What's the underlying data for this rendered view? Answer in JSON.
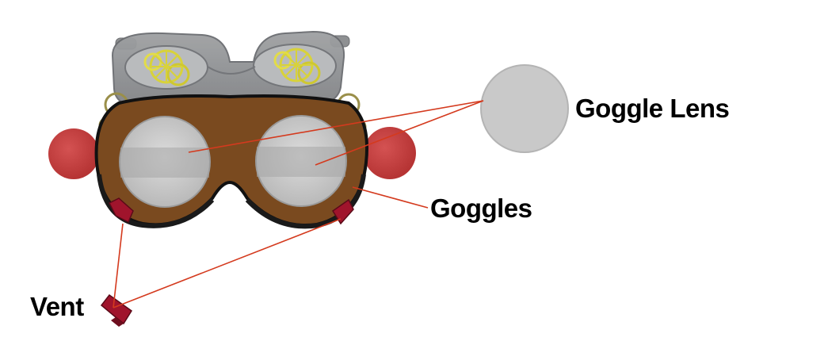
{
  "labels": {
    "goggle_lens": "Goggle Lens",
    "goggles": "Goggles",
    "vent": "Vent"
  },
  "colors": {
    "leader_line": "#d43a1e",
    "goggle_body": "#7a4a1f",
    "lens": "#c9c9c9",
    "side_disc": "#c84444",
    "vent": "#a0142c",
    "gear": "#d8d23a"
  }
}
